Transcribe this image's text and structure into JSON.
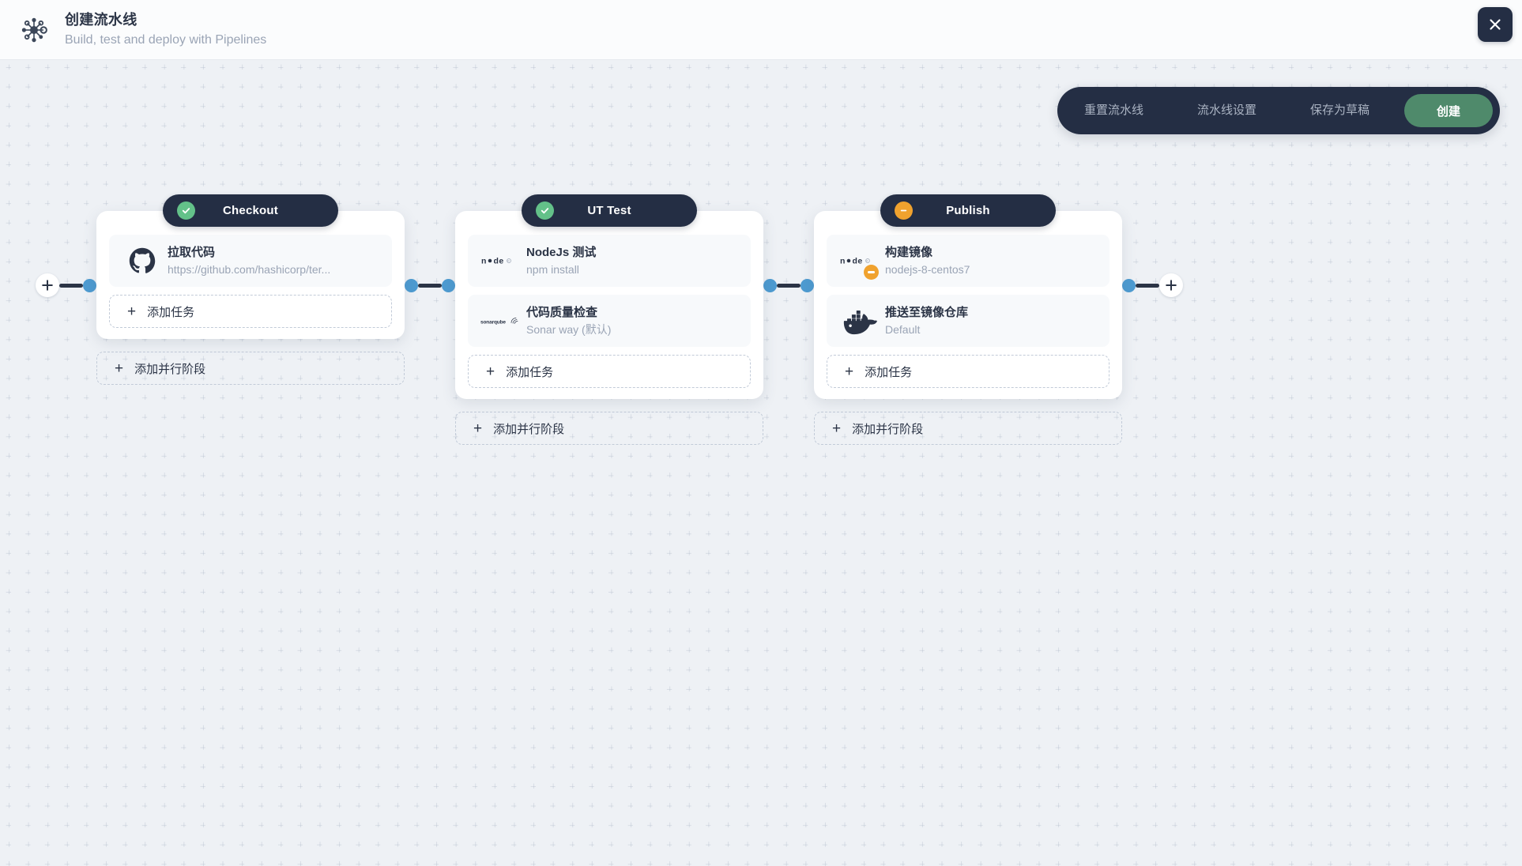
{
  "header": {
    "logo_icon": "pipeline-nodes-icon",
    "title": "创建流水线",
    "subtitle": "Build, test and deploy with Pipelines",
    "close_icon": "close-icon"
  },
  "action_bar": {
    "reset_label": "重置流水线",
    "settings_label": "流水线设置",
    "save_draft_label": "保存为草稿",
    "create_label": "创建",
    "background_color": "#242e44",
    "primary_color": "#4f8a6b"
  },
  "canvas": {
    "add_stage_start_icon": "plus-icon",
    "add_stage_end_icon": "plus-icon",
    "node_dot_color": "#4e9bd1",
    "link_color": "#2b3446"
  },
  "common": {
    "add_task_label": "添加任务",
    "add_parallel_label": "添加并行阶段",
    "plus_glyph": "+"
  },
  "stages": [
    {
      "name": "Checkout",
      "status": "ok",
      "status_icon": "check-circle-icon",
      "status_color": "#63c189",
      "tasks": [
        {
          "icon": "github-icon",
          "title": "拉取代码",
          "subtitle": "https://github.com/hashicorp/ter...",
          "badge": null
        }
      ]
    },
    {
      "name": "UT Test",
      "status": "ok",
      "status_icon": "check-circle-icon",
      "status_color": "#63c189",
      "tasks": [
        {
          "icon": "nodejs-icon",
          "title": "NodeJs 测试",
          "subtitle": "npm install",
          "badge": null
        },
        {
          "icon": "sonarqube-icon",
          "title": "代码质量检查",
          "subtitle": "Sonar way (默认)",
          "badge": null
        }
      ]
    },
    {
      "name": "Publish",
      "status": "warn",
      "status_icon": "minus-circle-icon",
      "status_color": "#f0a22e",
      "tasks": [
        {
          "icon": "nodejs-icon",
          "title": "构建镜像",
          "subtitle": "nodejs-8-centos7",
          "badge": "warning-badge-icon"
        },
        {
          "icon": "docker-icon",
          "title": "推送至镜像仓库",
          "subtitle": "Default",
          "badge": null
        }
      ]
    }
  ]
}
